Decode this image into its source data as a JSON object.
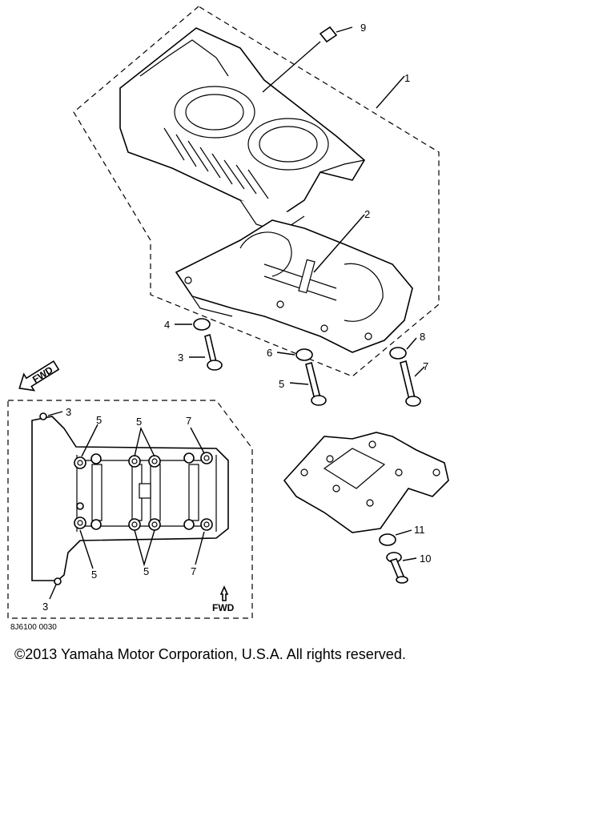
{
  "callouts": {
    "c9": "9",
    "c1": "1",
    "c2": "2",
    "c4": "4",
    "c3": "3",
    "c6": "6",
    "c8": "8",
    "c5": "5",
    "c7": "7",
    "inset_3_top": "3",
    "inset_5_left_top": "5",
    "inset_5_mid_top": "5",
    "inset_7_top": "7",
    "inset_5_left_bottom": "5",
    "inset_5_mid_bottom": "5",
    "inset_7_bottom": "7",
    "inset_3_bottom": "3",
    "c11": "11",
    "c10": "10"
  },
  "fwd_arrow_label": "FWD",
  "fwd_inset_label": "FWD",
  "drawing_code": "8J6100 0030",
  "copyright": "©2013 Yamaha Motor Corporation, U.S.A. All rights reserved."
}
